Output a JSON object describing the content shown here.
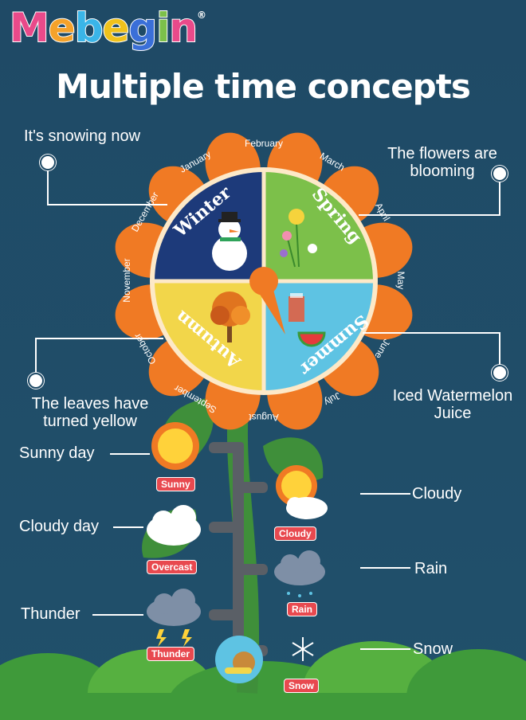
{
  "brand": {
    "name_parts": [
      "M",
      "e",
      "b",
      "e",
      "g",
      "i",
      "n"
    ],
    "registered": "®"
  },
  "title": "Multiple time concepts",
  "seasons": [
    "Winter",
    "Spring",
    "Summer",
    "Autumn"
  ],
  "months": [
    "January",
    "February",
    "March",
    "April",
    "May",
    "June",
    "July",
    "August",
    "September",
    "October",
    "November",
    "December"
  ],
  "annotations": {
    "snowing": "It's snowing now",
    "blooming_1": "The flowers are",
    "blooming_2": "blooming",
    "leaves_1": "The leaves have",
    "leaves_2": "turned yellow",
    "juice_1": "Iced Watermelon",
    "juice_2": "Juice"
  },
  "weather_labels": {
    "sunny_day": "Sunny day",
    "cloudy_day": "Cloudy day",
    "thunder": "Thunder",
    "cloudy": "Cloudy",
    "rain": "Rain",
    "snow": "Snow"
  },
  "weather_badges": {
    "sunny": "Sunny",
    "overcast": "Overcast",
    "thunder": "Thunder",
    "cloudy": "Cloudy",
    "rain": "Rain",
    "snow": "Snow"
  },
  "colors": {
    "background": "#1f4a66",
    "petal": "#f07a24",
    "winter": "#1d3a7a",
    "spring": "#7cc04a",
    "summer": "#5ec3e3",
    "autumn": "#f2d64a",
    "stem": "#3f8f3a",
    "badge": "#e8494f"
  }
}
